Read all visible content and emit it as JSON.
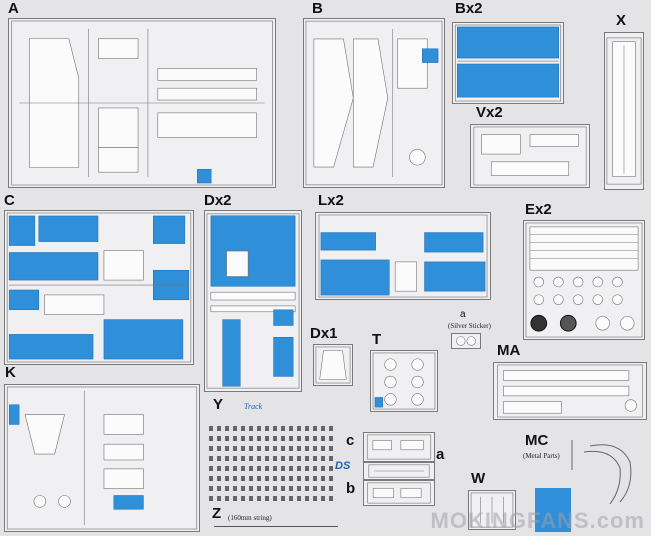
{
  "labels": {
    "A": "A",
    "B": "B",
    "Bx2": "Bx2",
    "X": "X",
    "Vx2": "Vx2",
    "C": "C",
    "Dx2": "Dx2",
    "Lx2": "Lx2",
    "Ex2": "Ex2",
    "Dx1": "Dx1",
    "T": "T",
    "MA": "MA",
    "K": "K",
    "Y": "Y",
    "c": "c",
    "a": "a",
    "b": "b",
    "W": "W",
    "MC": "MC",
    "Z": "Z",
    "small_a": "a"
  },
  "captions": {
    "silver_sticker": "(Silver Sticker)",
    "metal_parts": "(Metal Parts)",
    "string": "(160mm string)",
    "track": "Track",
    "ds": "DS"
  },
  "watermark": "MOKINGFANS.com",
  "colors": {
    "highlight": "#2f8fd8",
    "background": "#e4e4e6"
  }
}
